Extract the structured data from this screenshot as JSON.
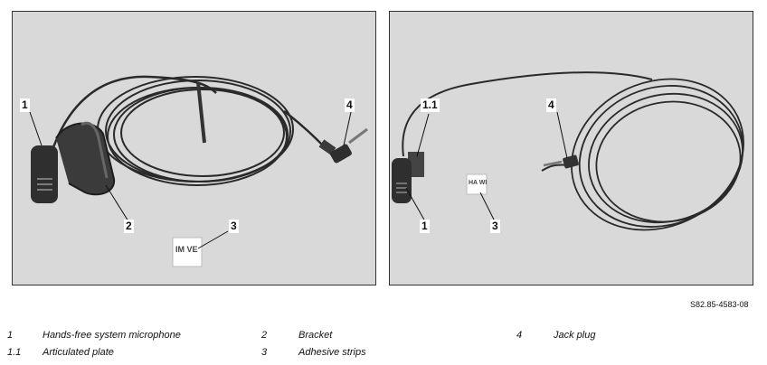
{
  "figure": {
    "reference": "S82.85-4583-08",
    "left_callouts": [
      "1",
      "2",
      "3",
      "4"
    ],
    "right_callouts": [
      "1.1",
      "4",
      "1",
      "3"
    ],
    "strip_text": "IM VE",
    "strip_text_right": "HA WI"
  },
  "legend": [
    {
      "num": "1",
      "label": "Hands-free system microphone"
    },
    {
      "num": "1.1",
      "label": "Articulated plate"
    },
    {
      "num": "2",
      "label": "Bracket"
    },
    {
      "num": "3",
      "label": "Adhesive strips"
    },
    {
      "num": "4",
      "label": "Jack plug"
    }
  ]
}
